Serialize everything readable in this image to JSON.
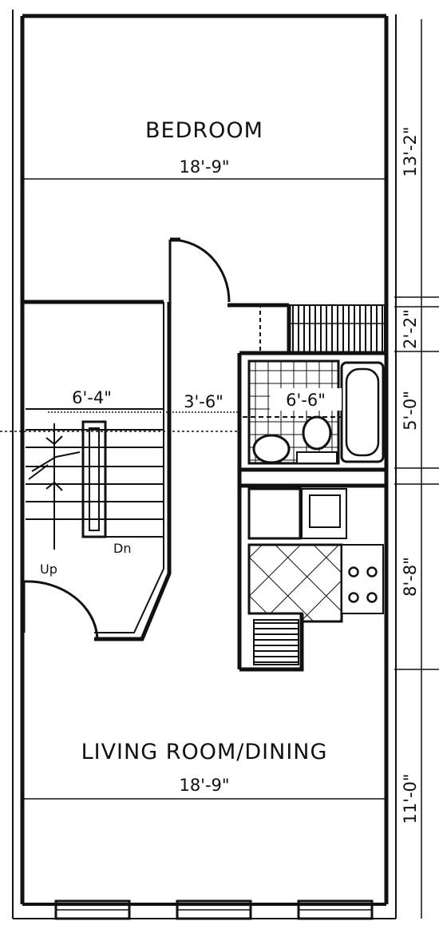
{
  "rooms": {
    "bedroom": {
      "name": "BEDROOM",
      "width": "18'-9\""
    },
    "living": {
      "name": "LIVING ROOM/DINING",
      "width": "18'-9\""
    }
  },
  "interior_dims": {
    "stair_width": "6'-4\"",
    "hall_width": "3'-6\"",
    "bath_width": "6'-6\""
  },
  "stair_labels": {
    "up": "Up",
    "down": "Dn"
  },
  "side_dims": [
    "13'-2\"",
    "2'-2\"",
    "5'-0\"",
    "8'-8\"",
    "11'-0\""
  ],
  "colors": {
    "ink": "#111111",
    "paper": "#ffffff"
  }
}
